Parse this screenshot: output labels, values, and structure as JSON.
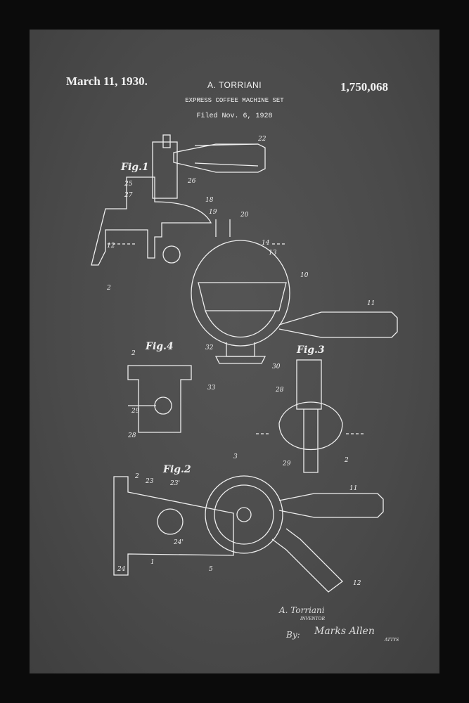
{
  "header": {
    "date": "March 11, 1930.",
    "inventor": "A. TORRIANI",
    "patent_number": "1,750,068",
    "title": "EXPRESS COFFEE MACHINE SET",
    "filed": "Filed Nov. 6, 1928"
  },
  "figures": {
    "fig1": "Fig.1",
    "fig2": "Fig.2",
    "fig3": "Fig.3",
    "fig4": "Fig.4"
  },
  "signature": {
    "inventor_name": "A. Torriani",
    "inventor_caption": "INVENTOR",
    "by": "By:",
    "attorney": "Marks Allen",
    "attorney_caption": "ATTYS"
  },
  "colors": {
    "frame": "#0b0b0b",
    "board": "#4a4a4a",
    "ink": "#f2f2f2"
  }
}
